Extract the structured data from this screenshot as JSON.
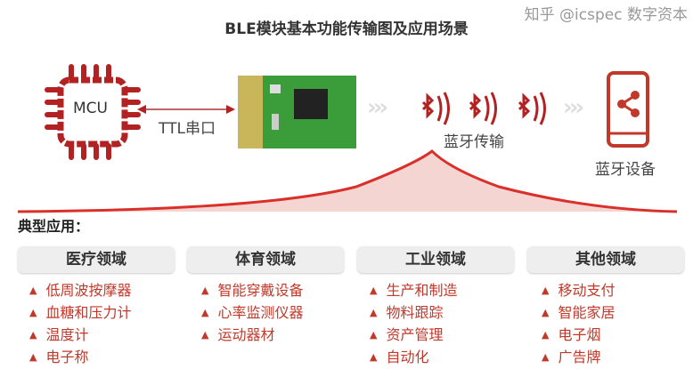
{
  "title": "BLE模块基本功能传输图及应用场景",
  "mcu_label": "MCU",
  "link_label": "TTL串口",
  "transfer_label": "蓝牙传输",
  "device_label": "蓝牙设备",
  "section_title": "典型应用：",
  "categories": [
    {
      "name": "医疗领域",
      "items": [
        "低周波按摩器",
        "血糖和压力计",
        "温度计",
        "电子称"
      ]
    },
    {
      "name": "体育领域",
      "items": [
        "智能穿戴设备",
        "心率监测仪器",
        "运动器材"
      ]
    },
    {
      "name": "工业领域",
      "items": [
        "生产和制造",
        "物料跟踪",
        "资产管理",
        "自动化"
      ]
    },
    {
      "name": "其他领域",
      "items": [
        "移动支付",
        "智能家居",
        "电子烟",
        "广告牌"
      ]
    }
  ],
  "watermark": "知乎 @icspec 数字资本",
  "colors": {
    "accent": "#c0392b",
    "module": "#3a9d3a"
  }
}
